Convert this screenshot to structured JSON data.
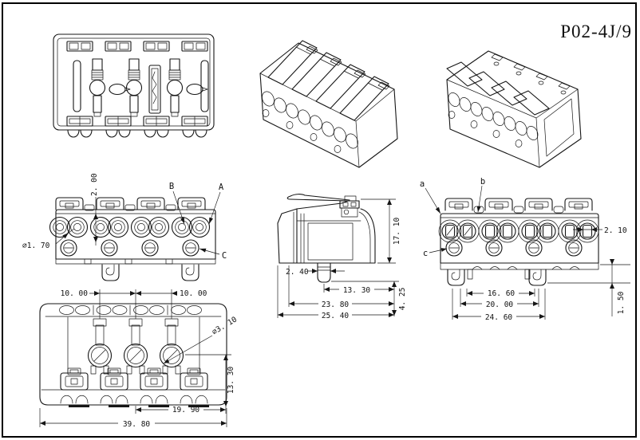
{
  "title": "P02-4J/9",
  "colors": {
    "ink": "#161616",
    "background": "#ffffff"
  },
  "front_left": {
    "dia": "∅1. 70",
    "gap": "2. 00",
    "ref_a": "A",
    "ref_b": "B",
    "ref_c": "C"
  },
  "side": {
    "height": "17. 10",
    "peg": "2. 40",
    "offset": "13. 30",
    "body": "23. 80",
    "overall": "25. 40",
    "drop": "4. 25"
  },
  "front_right": {
    "ref_a": "a",
    "ref_b": "b",
    "ref_c": "c",
    "hole": "2. 10",
    "inner": "16. 60",
    "pitch": "20. 00",
    "outer": "24. 60",
    "step": "1. 50"
  },
  "bottom": {
    "pitch_l": "10. 00",
    "pitch_r": "10. 00",
    "dia": "∅3. 10",
    "depth": "13. 30",
    "span": "19. 90",
    "width": "39. 80"
  }
}
